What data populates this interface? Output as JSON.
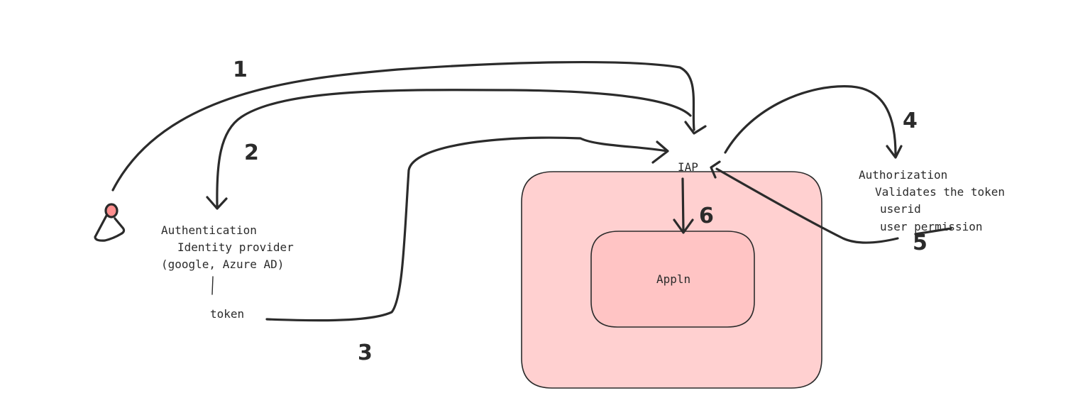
{
  "colors": {
    "outer_box_fill": "#ffd0d0",
    "inner_box_fill": "#ffc4c4",
    "stroke": "#2b2b2b",
    "user_head_fill": "#ff8f8f",
    "background": "#ffffff"
  },
  "icons": {
    "user": "person-icon"
  },
  "labels": {
    "iap": "IAP",
    "appln": "Appln",
    "authentication": "Authentication",
    "identity_provider": "Identity provider",
    "providers": "(google, Azure AD)",
    "token": "token",
    "authorization": "Authorization",
    "validates": "Validates the token",
    "userid": "userid",
    "user_permission": "user permission"
  },
  "steps": {
    "s1": "1",
    "s2": "2",
    "s3": "3",
    "s4": "4",
    "s5": "5",
    "s6": "6"
  }
}
